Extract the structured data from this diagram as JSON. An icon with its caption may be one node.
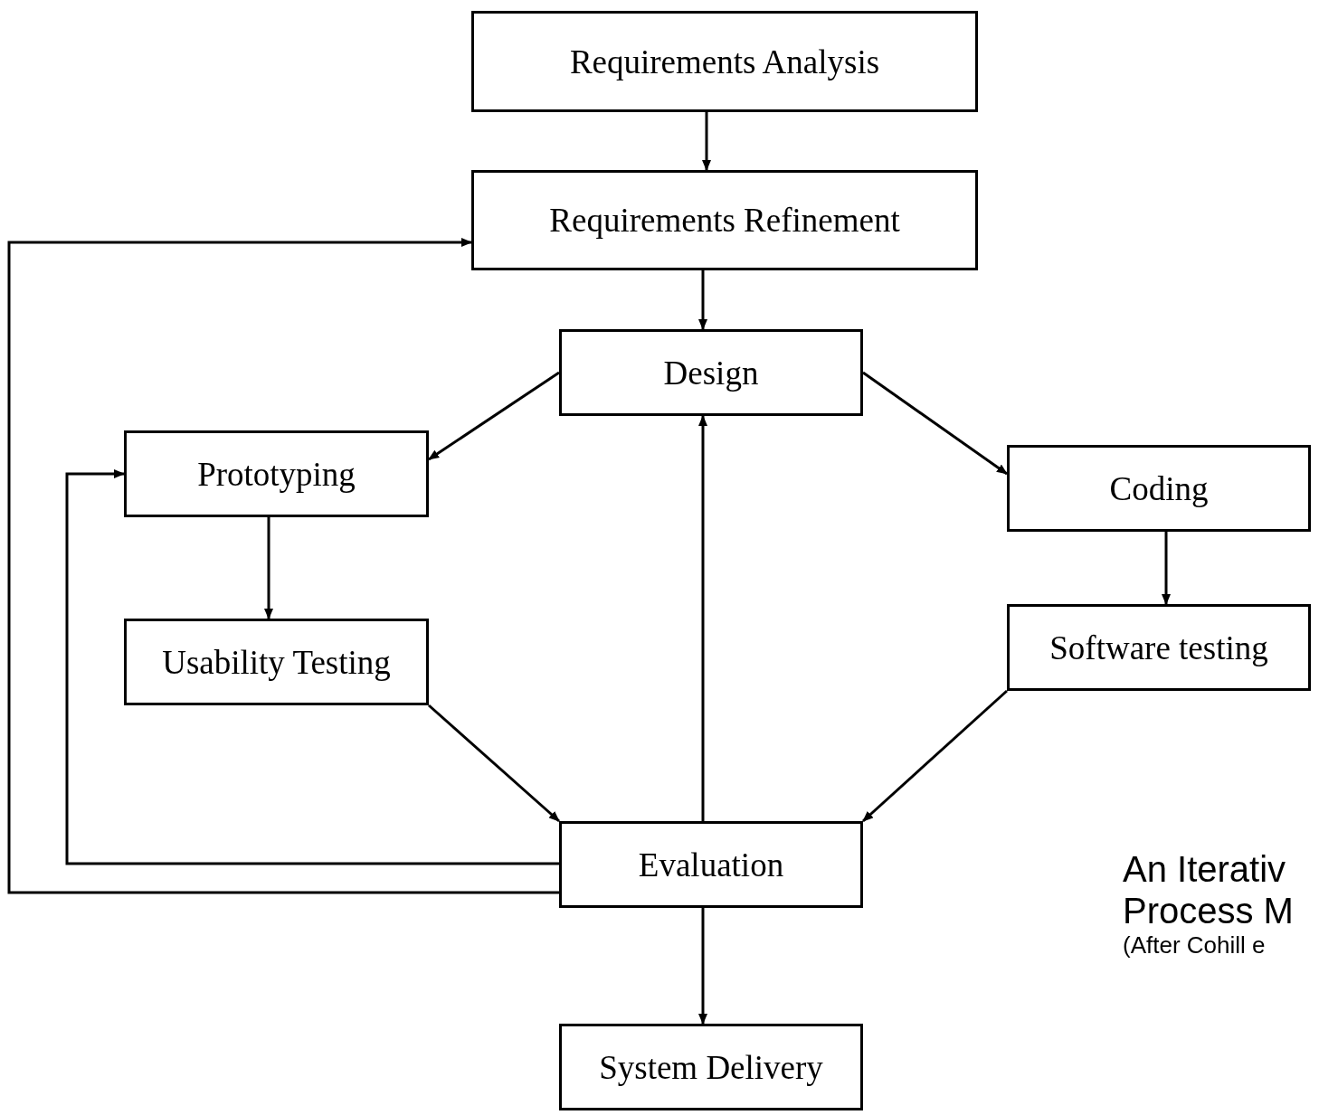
{
  "diagram": {
    "nodes": [
      {
        "text": [
          "Requirements Analysis"
        ]
      },
      {
        "text": [
          "Requirements Refinement"
        ]
      },
      {
        "text": [
          "Design"
        ]
      },
      {
        "text": [
          "Prototyping"
        ]
      },
      {
        "text": [
          "Coding"
        ]
      },
      {
        "text": [
          "Usability Testing"
        ]
      },
      {
        "text": [
          "Software testing"
        ]
      },
      {
        "text": [
          "Evaluation"
        ]
      },
      {
        "text": [
          "System Delivery"
        ]
      }
    ],
    "edges": [
      {
        "from": 0,
        "to": 1,
        "arrow": "to"
      },
      {
        "from": 1,
        "to": 2,
        "arrow": "to"
      },
      {
        "from": 2,
        "to": 3,
        "arrow": "to"
      },
      {
        "from": 2,
        "to": 4,
        "arrow": "to"
      },
      {
        "from": 3,
        "to": 5,
        "arrow": "to"
      },
      {
        "from": 4,
        "to": 6,
        "arrow": "to"
      },
      {
        "from": 5,
        "to": 7,
        "arrow": "to"
      },
      {
        "from": 6,
        "to": 7,
        "arrow": "to"
      },
      {
        "from": 7,
        "to": 2,
        "arrow": "to"
      },
      {
        "from": 7,
        "to": 3,
        "arrow": "to"
      },
      {
        "from": 7,
        "to": 1,
        "arrow": "to"
      },
      {
        "from": 7,
        "to": 8,
        "arrow": "to"
      }
    ],
    "labels": [
      "An Iterativ",
      "Process M",
      "(After Cohill e"
    ]
  }
}
